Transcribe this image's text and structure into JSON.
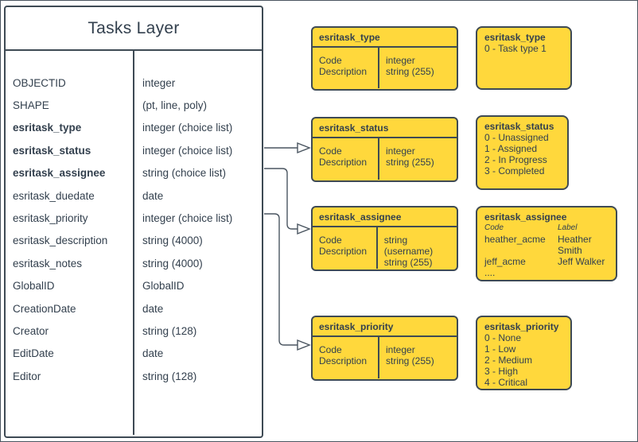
{
  "colors": {
    "yellow": "#ffd83c",
    "line": "#3e4a54",
    "ink": "#33404e"
  },
  "main_table": {
    "title": "Tasks Layer",
    "rows": [
      {
        "name": "OBJECTID",
        "type": "integer"
      },
      {
        "name": "SHAPE",
        "type": "(pt, line, poly)"
      },
      {
        "name": "esritask_type",
        "type": "integer (choice list)"
      },
      {
        "name": "esritask_status",
        "type": "integer (choice list)"
      },
      {
        "name": "esritask_assignee",
        "type": "string (choice list)"
      },
      {
        "name": "esritask_duedate",
        "type": "date"
      },
      {
        "name": "esritask_priority",
        "type": "integer (choice list)"
      },
      {
        "name": "esritask_description",
        "type": "string (4000)"
      },
      {
        "name": "esritask_notes",
        "type": "string (4000)"
      },
      {
        "name": "GlobalID",
        "type": "GlobalID"
      },
      {
        "name": "CreationDate",
        "type": "date"
      },
      {
        "name": "Creator",
        "type": "string (128)"
      },
      {
        "name": "EditDate",
        "type": "date"
      },
      {
        "name": "Editor",
        "type": "string (128)"
      }
    ]
  },
  "def_boxes": [
    {
      "title": "esritask_type",
      "fields": [
        "Code",
        "Description"
      ],
      "types": [
        "integer",
        "string (255)"
      ]
    },
    {
      "title": "esritask_status",
      "fields": [
        "Code",
        "Description"
      ],
      "types": [
        "integer",
        "string (255)"
      ]
    },
    {
      "title": "esritask_assignee",
      "fields": [
        "Code",
        "Description"
      ],
      "types": [
        "string  (username)",
        "string (255)"
      ]
    },
    {
      "title": "esritask_priority",
      "fields": [
        "Code",
        "Description"
      ],
      "types": [
        "integer",
        "string (255)"
      ]
    }
  ],
  "value_lists": {
    "type": {
      "title": "esritask_type",
      "items": [
        "0 - Task type 1"
      ]
    },
    "status": {
      "title": "esritask_status",
      "items": [
        "0 - Unassigned",
        "1 - Assigned",
        "2 - In Progress",
        "3 - Completed"
      ]
    },
    "assignee": {
      "title": "esritask_assignee",
      "col_headers": [
        "Code",
        "Label"
      ],
      "rows": [
        [
          "heather_acme",
          "Heather Smith"
        ],
        [
          "jeff_acme",
          "Jeff Walker"
        ]
      ],
      "ellipsis": "...."
    },
    "priority": {
      "title": "esritask_priority",
      "items": [
        "0 - None",
        "1 - Low",
        "2 - Medium",
        "3 - High",
        "4 - Critical"
      ]
    }
  }
}
